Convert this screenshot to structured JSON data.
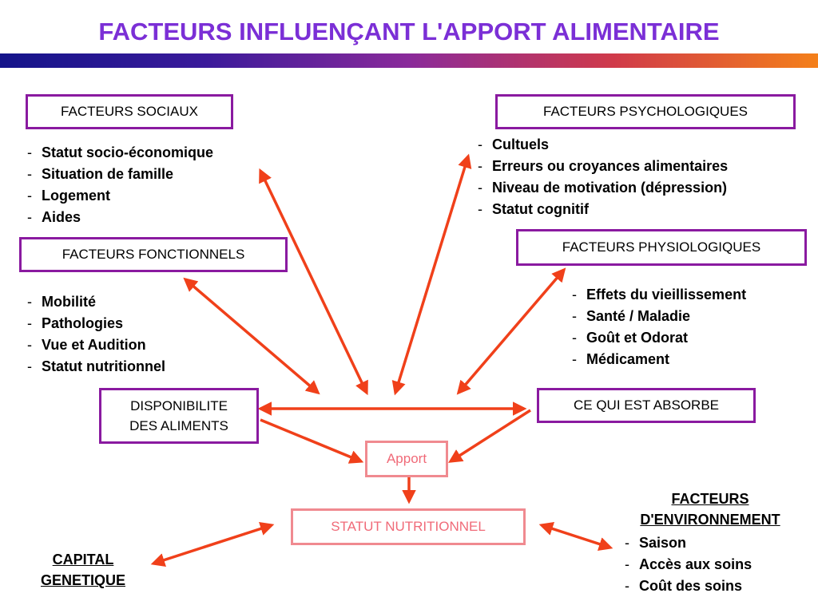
{
  "title": "FACTEURS INFLUENÇANT L'APPORT ALIMENTAIRE",
  "colors": {
    "title": "#7b2fd6",
    "box_border": "#8a1aa0",
    "pink": "#f08a90",
    "arrow": "#f0401a"
  },
  "sociaux": {
    "label": "FACTEURS SOCIAUX",
    "items": [
      "Statut socio-économique",
      "Situation de famille",
      "Logement",
      "Aides"
    ]
  },
  "psycho": {
    "label": "FACTEURS PSYCHOLOGIQUES",
    "items": [
      "Cultuels",
      "Erreurs ou croyances alimentaires",
      "Niveau de motivation (dépression)",
      "Statut cognitif"
    ]
  },
  "fonction": {
    "label": "FACTEURS FONCTIONNELS",
    "items": [
      "Mobilité",
      "Pathologies",
      "Vue et Audition",
      "Statut nutritionnel"
    ]
  },
  "physio": {
    "label": "FACTEURS PHYSIOLOGIQUES",
    "items": [
      "Effets du vieillissement",
      "Santé / Maladie",
      "Goût et Odorat",
      "Médicament"
    ]
  },
  "dispo": {
    "line1": "DISPONIBILITE",
    "line2": "DES ALIMENTS"
  },
  "absorbe": {
    "label": "CE QUI EST ABSORBE"
  },
  "apport": {
    "label": "Apport"
  },
  "statut": {
    "label": "STATUT NUTRITIONNEL"
  },
  "genetique": {
    "line1": "CAPITAL",
    "line2": "GENETIQUE"
  },
  "environnement": {
    "line1": "FACTEURS",
    "line2": "D'ENVIRONNEMENT",
    "items": [
      "Saison",
      "Accès aux soins",
      "Coût des soins"
    ]
  },
  "dash": "-"
}
